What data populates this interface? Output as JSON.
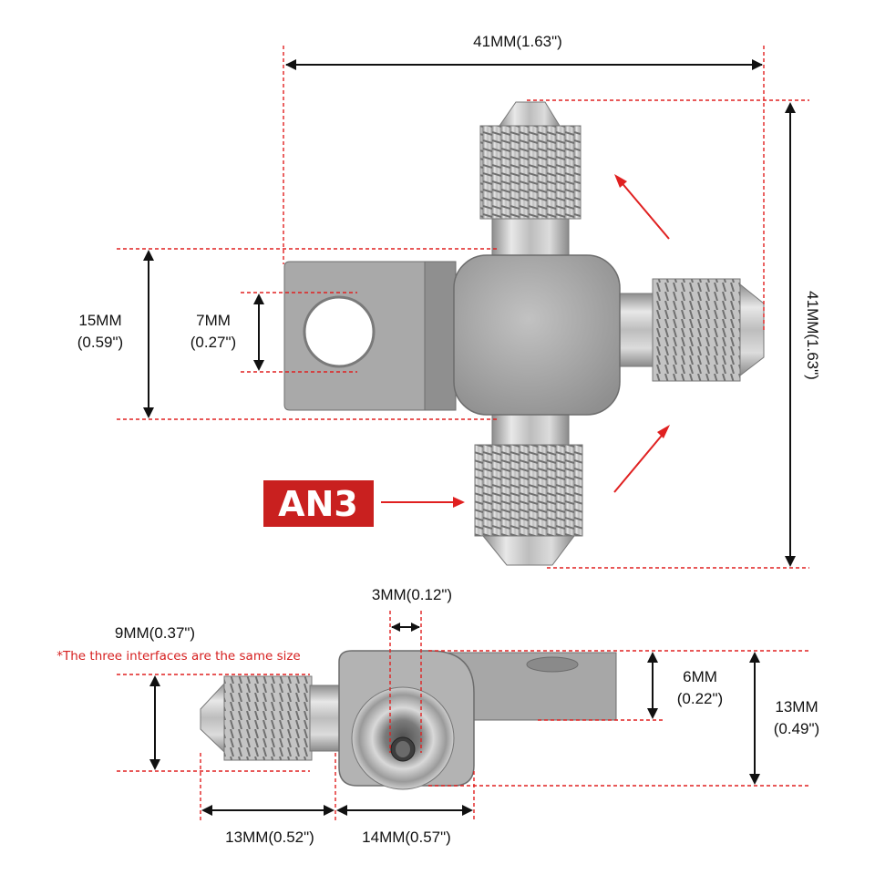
{
  "top_view": {
    "width_dim": "41MM(1.63\")",
    "height_dim": "41MM(1.63\")",
    "tab_height_mm": "15MM",
    "tab_height_in": "(0.59\")",
    "hole_mm": "7MM",
    "hole_in": "(0.27\")",
    "thread_label": "AN3"
  },
  "side_view": {
    "bore_dim": "3MM(0.12\")",
    "thread_dim": "9MM(0.37\")",
    "note": "*The three interfaces are the same size",
    "tab_thickness_mm": "6MM",
    "tab_thickness_in": "(0.22\")",
    "body_height_mm": "13MM",
    "body_height_in": "(0.49\")",
    "fitting_length": "13MM(0.52\")",
    "body_length": "14MM(0.57\")"
  },
  "colors": {
    "dimension_red": "#e02020",
    "badge_red": "#c9201f",
    "steel": "#c9c9c9"
  }
}
